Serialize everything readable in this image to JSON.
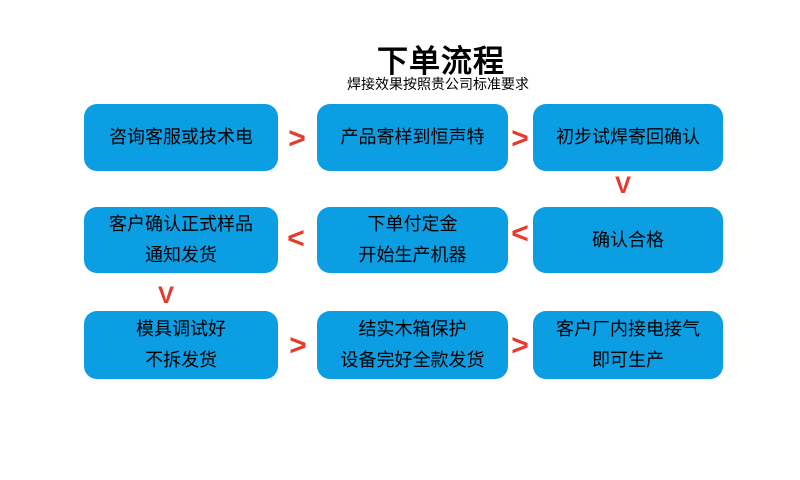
{
  "header": {
    "title": "下单流程",
    "subtitle": "焊接效果按照贵公司标准要求"
  },
  "colors": {
    "background": "#ffffff",
    "box_blue": "#0c9ee2",
    "arrow_red": "#e8392b",
    "text_black": "#000000"
  },
  "flow": {
    "boxes": [
      {
        "line1": "咨询客服或技术电",
        "line2": ""
      },
      {
        "line1": "产品寄样到恒声特",
        "line2": ""
      },
      {
        "line1": "初步试焊寄回确认",
        "line2": ""
      },
      {
        "line1": "客户确认正式样品",
        "line2": "通知发货"
      },
      {
        "line1": "下单付定金",
        "line2": "开始生产机器"
      },
      {
        "line1": "确认合格",
        "line2": ""
      },
      {
        "line1": "模具调试好",
        "line2": "不拆发货"
      },
      {
        "line1": "结实木箱保护",
        "line2": "设备完好全款发货"
      },
      {
        "line1": "客户厂内接电接气",
        "line2": "即可生产"
      }
    ],
    "arrows": [
      {
        "glyph": ">",
        "direction": "right"
      },
      {
        "glyph": ">",
        "direction": "right"
      },
      {
        "glyph": "V",
        "direction": "down"
      },
      {
        "glyph": "<",
        "direction": "left"
      },
      {
        "glyph": "<",
        "direction": "left"
      },
      {
        "glyph": "V",
        "direction": "down"
      },
      {
        "glyph": ">",
        "direction": "right"
      },
      {
        "glyph": ">",
        "direction": "right"
      }
    ]
  }
}
